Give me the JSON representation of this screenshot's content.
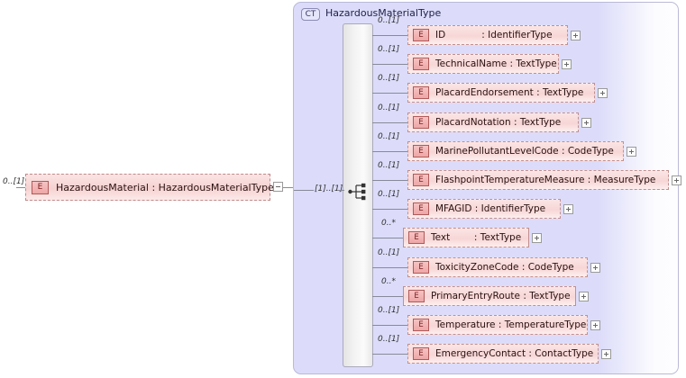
{
  "diagram": {
    "type": "xsd-schema-diagram",
    "root_element": {
      "icon": "E",
      "label": "HazardousMaterial : HazardousMaterialType",
      "cardinality": "0..[1]",
      "toggle": "minus"
    },
    "complex_type": {
      "badge": "CT",
      "name": "HazardousMaterialType",
      "compositor": "sequence",
      "compositor_cardinality": "[1]..[1]"
    },
    "children": [
      {
        "icon": "E",
        "label": "ID            : IdentifierType",
        "cardinality": "0..[1]",
        "style": "optional",
        "toggle": "plus"
      },
      {
        "icon": "E",
        "label": "TechnicalName : TextType",
        "cardinality": "0..[1]",
        "style": "optional",
        "toggle": "plus"
      },
      {
        "icon": "E",
        "label": "PlacardEndorsement : TextType",
        "cardinality": "0..[1]",
        "style": "optional",
        "toggle": "plus"
      },
      {
        "icon": "E",
        "label": "PlacardNotation : TextType",
        "cardinality": "0..[1]",
        "style": "optional",
        "toggle": "plus"
      },
      {
        "icon": "E",
        "label": "MarinePollutantLevelCode : CodeType",
        "cardinality": "0..[1]",
        "style": "optional",
        "toggle": "plus"
      },
      {
        "icon": "E",
        "label": "FlashpointTemperatureMeasure : MeasureType",
        "cardinality": "0..[1]",
        "style": "optional",
        "toggle": "plus"
      },
      {
        "icon": "E",
        "label": "MFAGID : IdentifierType",
        "cardinality": "0..[1]",
        "style": "optional",
        "toggle": "plus"
      },
      {
        "icon": "E",
        "label": "Text        : TextType",
        "cardinality": "0..*",
        "style": "repeat",
        "toggle": "plus"
      },
      {
        "icon": "E",
        "label": "ToxicityZoneCode : CodeType",
        "cardinality": "0..[1]",
        "style": "optional",
        "toggle": "plus"
      },
      {
        "icon": "E",
        "label": "PrimaryEntryRoute : TextType",
        "cardinality": "0..*",
        "style": "repeat",
        "toggle": "plus"
      },
      {
        "icon": "E",
        "label": "Temperature : TemperatureType",
        "cardinality": "0..[1]",
        "style": "optional",
        "toggle": "plus"
      },
      {
        "icon": "E",
        "label": "EmergencyContact : ContactType",
        "cardinality": "0..[1]",
        "style": "optional",
        "toggle": "plus"
      }
    ],
    "colors": {
      "container_bg": "#dcdcfa",
      "element_fill": "#f7d6d6",
      "element_border": "#c19090",
      "badge_fill": "#f0b0b0",
      "line": "#888a99"
    }
  }
}
